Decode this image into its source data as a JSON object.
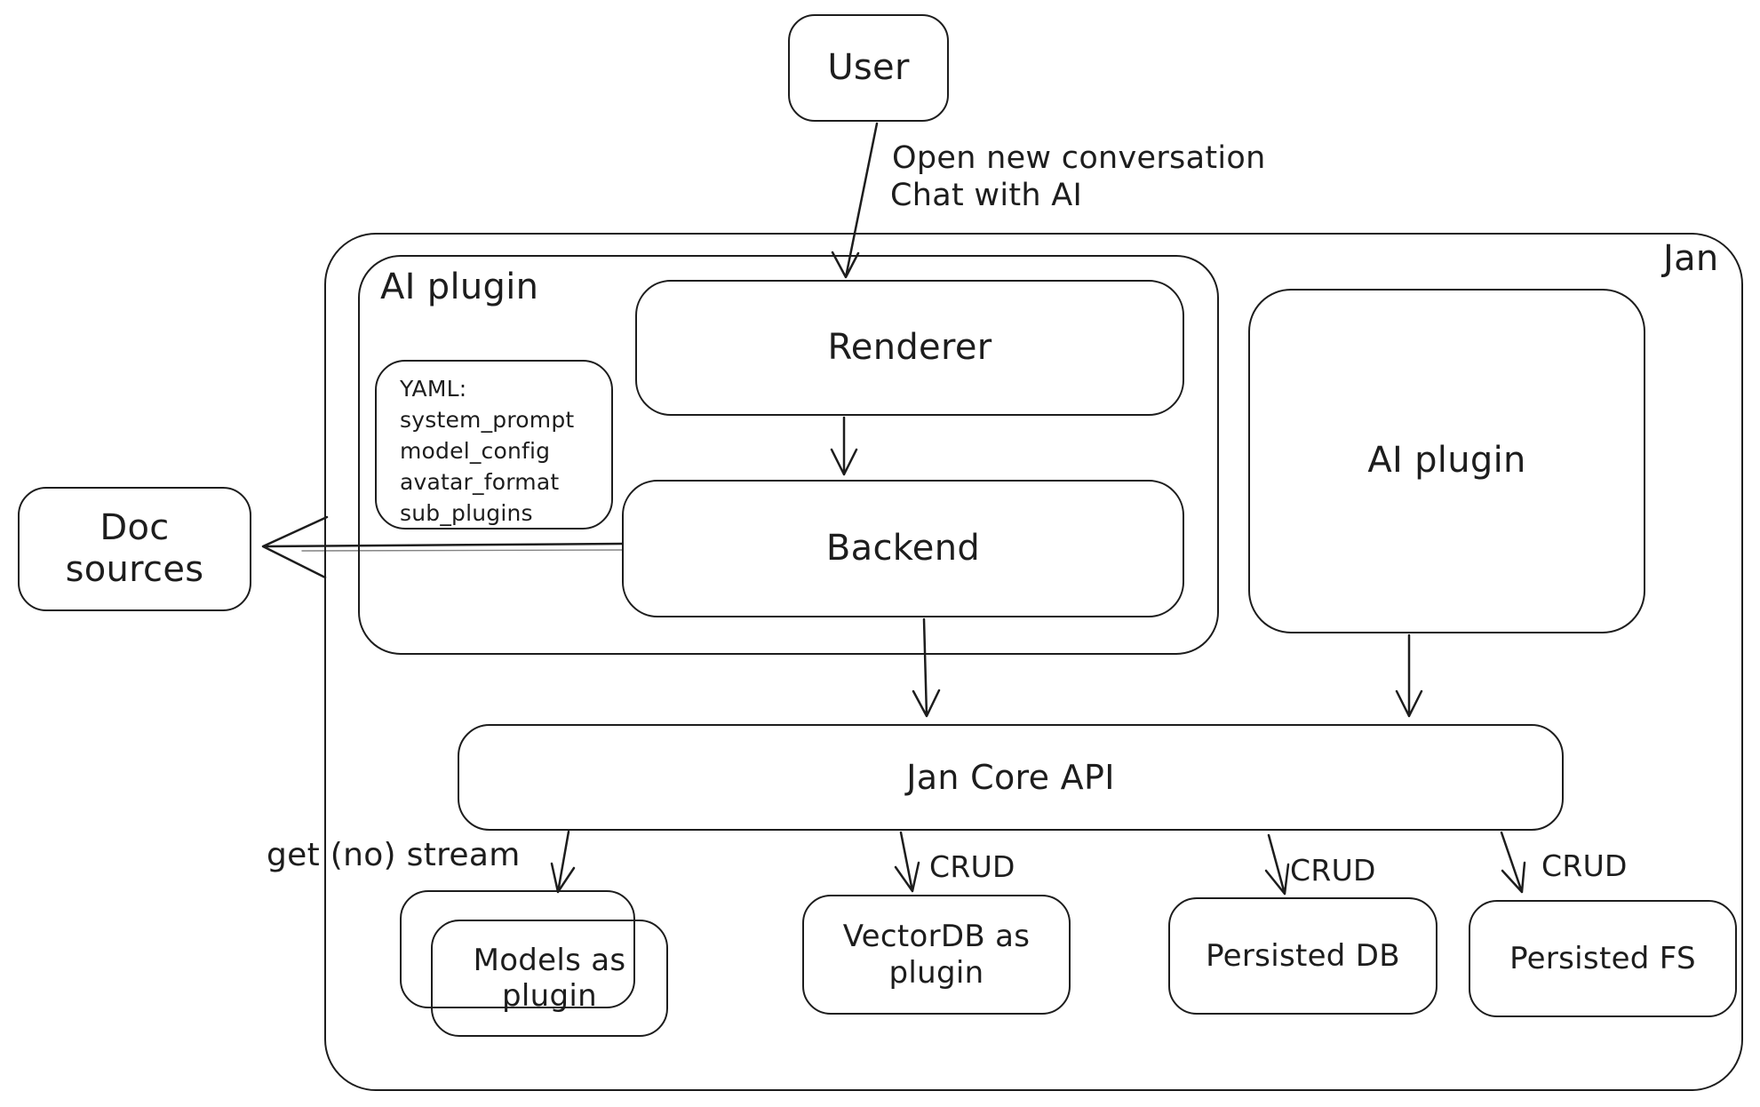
{
  "diagram": {
    "nodes": {
      "user": "User",
      "jan_label": "Jan",
      "ai_plugin_left": "AI plugin",
      "renderer": "Renderer",
      "backend": "Backend",
      "doc_sources": "Doc sources",
      "ai_plugin_right": "AI plugin",
      "jan_core_api": "Jan Core API",
      "models_plugin": "Models as plugin",
      "vectordb_plugin": "VectorDB as plugin",
      "persisted_db": "Persisted DB",
      "persisted_fs": "Persisted FS"
    },
    "yaml_note": {
      "lines": [
        "YAML:",
        "system_prompt",
        "model_config",
        "avatar_format",
        "sub_plugins"
      ]
    },
    "edge_labels": {
      "user_flow_line1": "Open new conversation",
      "user_flow_line2": "Chat with AI",
      "models_stream": "get (no) stream",
      "crud_vectordb": "CRUD",
      "crud_db": "CRUD",
      "crud_fs": "CRUD"
    },
    "colors": {
      "stroke": "#1d1d1d",
      "background": "#ffffff"
    }
  }
}
